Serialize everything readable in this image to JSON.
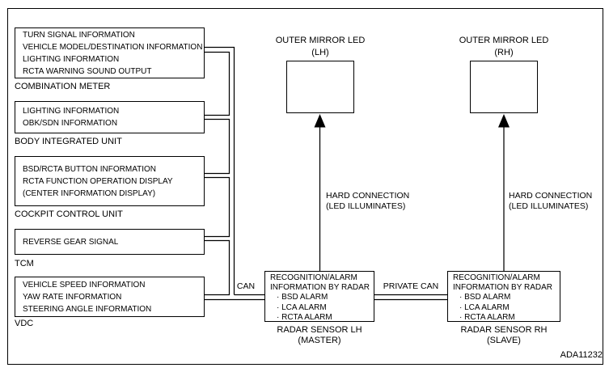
{
  "figure_code": "ADA11232",
  "sources": [
    {
      "lines": [
        "TURN SIGNAL INFORMATION",
        "VEHICLE MODEL/DESTINATION INFORMATION",
        "LIGHTING INFORMATION",
        "RCTA WARNING SOUND OUTPUT"
      ],
      "label": "COMBINATION METER"
    },
    {
      "lines": [
        "LIGHTING INFORMATION",
        "OBK/SDN INFORMATION"
      ],
      "label": "BODY INTEGRATED UNIT"
    },
    {
      "lines": [
        "BSD/RCTA BUTTON INFORMATION",
        "RCTA FUNCTION OPERATION DISPLAY",
        "(CENTER INFORMATION DISPLAY)"
      ],
      "label": "COCKPIT CONTROL UNIT"
    },
    {
      "lines": [
        "REVERSE GEAR SIGNAL"
      ],
      "label": "TCM"
    },
    {
      "lines": [
        "VEHICLE SPEED INFORMATION",
        "YAW RATE INFORMATION",
        "STEERING ANGLE INFORMATION"
      ],
      "label": "VDC"
    }
  ],
  "leds": {
    "lh": {
      "title": "OUTER MIRROR LED",
      "side": "(LH)"
    },
    "rh": {
      "title": "OUTER MIRROR LED",
      "side": "(RH)"
    }
  },
  "radars": {
    "lh": {
      "line1": "RECOGNITION/ALARM",
      "line2": "INFORMATION BY RADAR",
      "alarms": [
        "· BSD ALARM",
        "· LCA ALARM",
        "· RCTA ALARM"
      ],
      "label": "RADAR SENSOR LH",
      "role": "(MASTER)"
    },
    "rh": {
      "line1": "RECOGNITION/ALARM",
      "line2": "INFORMATION BY RADAR",
      "alarms": [
        "· BSD ALARM",
        "· LCA ALARM",
        "· RCTA ALARM"
      ],
      "label": "RADAR SENSOR RH",
      "role": "(SLAVE)"
    }
  },
  "connections": {
    "can": "CAN",
    "private_can": "PRIVATE CAN",
    "hard_lh": {
      "line1": "HARD CONNECTION",
      "line2": "(LED ILLUMINATES)"
    },
    "hard_rh": {
      "line1": "HARD CONNECTION",
      "line2": "(LED ILLUMINATES)"
    }
  },
  "colors": {
    "line": "#000000",
    "background": "#ffffff",
    "text": "#000000"
  }
}
